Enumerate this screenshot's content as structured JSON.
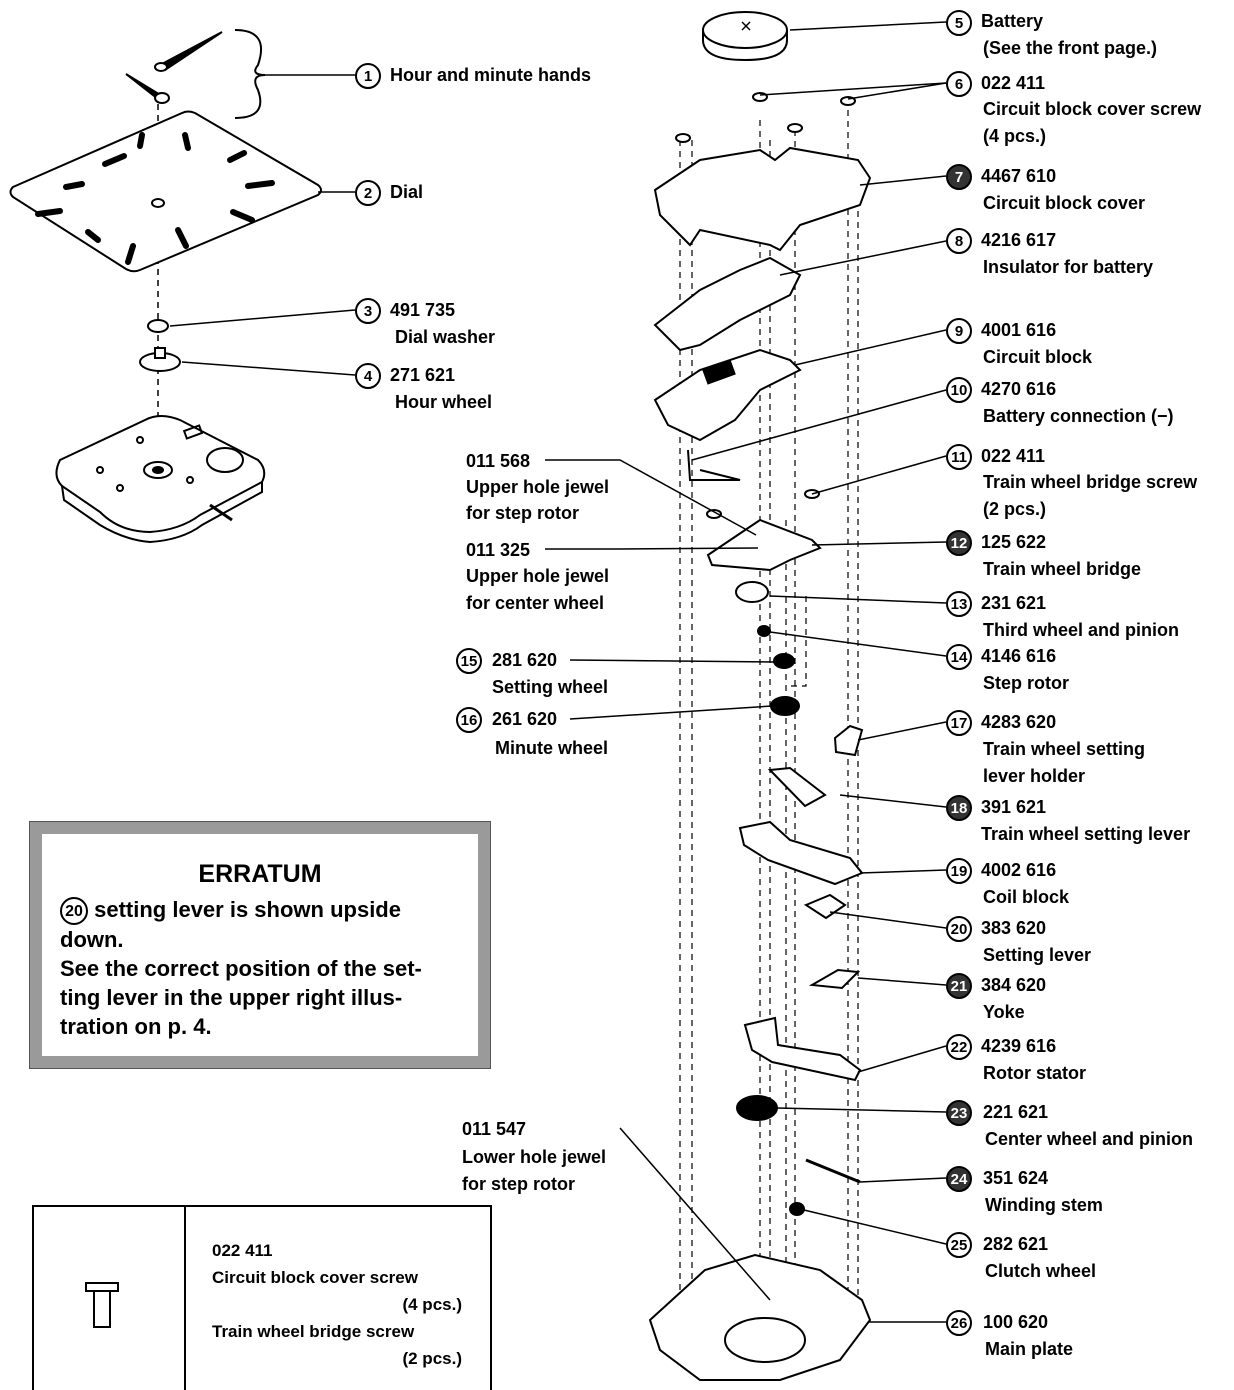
{
  "parts": [
    {
      "no": "1",
      "code": "",
      "name": "Hour and minute hands",
      "name2": ""
    },
    {
      "no": "2",
      "code": "",
      "name": "Dial",
      "name2": ""
    },
    {
      "no": "3",
      "code": "491 735",
      "name": "Dial washer",
      "name2": ""
    },
    {
      "no": "4",
      "code": "271 621",
      "name": "Hour wheel",
      "name2": ""
    },
    {
      "no": "5",
      "code": "",
      "name": "Battery",
      "name2": "(See the front page.)"
    },
    {
      "no": "6",
      "code": "022 411",
      "name": "Circuit block cover screw",
      "name2": "(4 pcs.)"
    },
    {
      "no": "7",
      "code": "4467 610",
      "name": "Circuit block cover",
      "name2": ""
    },
    {
      "no": "8",
      "code": "4216 617",
      "name": "Insulator for battery",
      "name2": ""
    },
    {
      "no": "9",
      "code": "4001 616",
      "name": "Circuit block",
      "name2": ""
    },
    {
      "no": "10",
      "code": "4270 616",
      "name": "Battery connection (−)",
      "name2": ""
    },
    {
      "no": "11",
      "code": "022 411",
      "name": "Train wheel bridge screw",
      "name2": "(2 pcs.)"
    },
    {
      "no": "12",
      "code": "125 622",
      "name": "Train wheel bridge",
      "name2": ""
    },
    {
      "no": "13",
      "code": "231 621",
      "name": "Third wheel and pinion",
      "name2": ""
    },
    {
      "no": "14",
      "code": "4146 616",
      "name": "Step rotor",
      "name2": ""
    },
    {
      "no": "15",
      "code": "281 620",
      "name": "Setting wheel",
      "name2": ""
    },
    {
      "no": "16",
      "code": "261 620",
      "name": "Minute wheel",
      "name2": ""
    },
    {
      "no": "17",
      "code": "4283 620",
      "name": "Train wheel setting",
      "name2": "lever holder"
    },
    {
      "no": "18",
      "code": "391 621",
      "name": "Train wheel setting lever",
      "name2": ""
    },
    {
      "no": "19",
      "code": "4002 616",
      "name": "Coil block",
      "name2": ""
    },
    {
      "no": "20",
      "code": "383 620",
      "name": "Setting lever",
      "name2": ""
    },
    {
      "no": "21",
      "code": "384 620",
      "name": "Yoke",
      "name2": ""
    },
    {
      "no": "22",
      "code": "4239 616",
      "name": "Rotor stator",
      "name2": ""
    },
    {
      "no": "23",
      "code": "221 621",
      "name": "Center wheel and pinion",
      "name2": ""
    },
    {
      "no": "24",
      "code": "351 624",
      "name": "Winding stem",
      "name2": ""
    },
    {
      "no": "25",
      "code": "282 621",
      "name": "Clutch wheel",
      "name2": ""
    },
    {
      "no": "26",
      "code": "100 620",
      "name": "Main plate",
      "name2": ""
    }
  ],
  "jewels": [
    {
      "code": "011 568",
      "line1": "Upper hole jewel",
      "line2": "for step rotor"
    },
    {
      "code": "011 325",
      "line1": "Upper hole jewel",
      "line2": "for center wheel"
    },
    {
      "code": "011 547",
      "line1": "Lower hole jewel",
      "line2": "for step rotor"
    }
  ],
  "erratum": {
    "title": "ERRATUM",
    "ref": "20",
    "line1": "setting lever is shown upside",
    "line2": "down.",
    "line3": "See the correct position of the set-",
    "line4": "ting lever in the upper right illus-",
    "line5": "tration on p. 4."
  },
  "screw_table": {
    "code": "022 411",
    "line1": "Circuit block cover screw",
    "line2": "(4 pcs.)",
    "line3": "Train wheel bridge screw",
    "line4": "(2 pcs.)"
  }
}
